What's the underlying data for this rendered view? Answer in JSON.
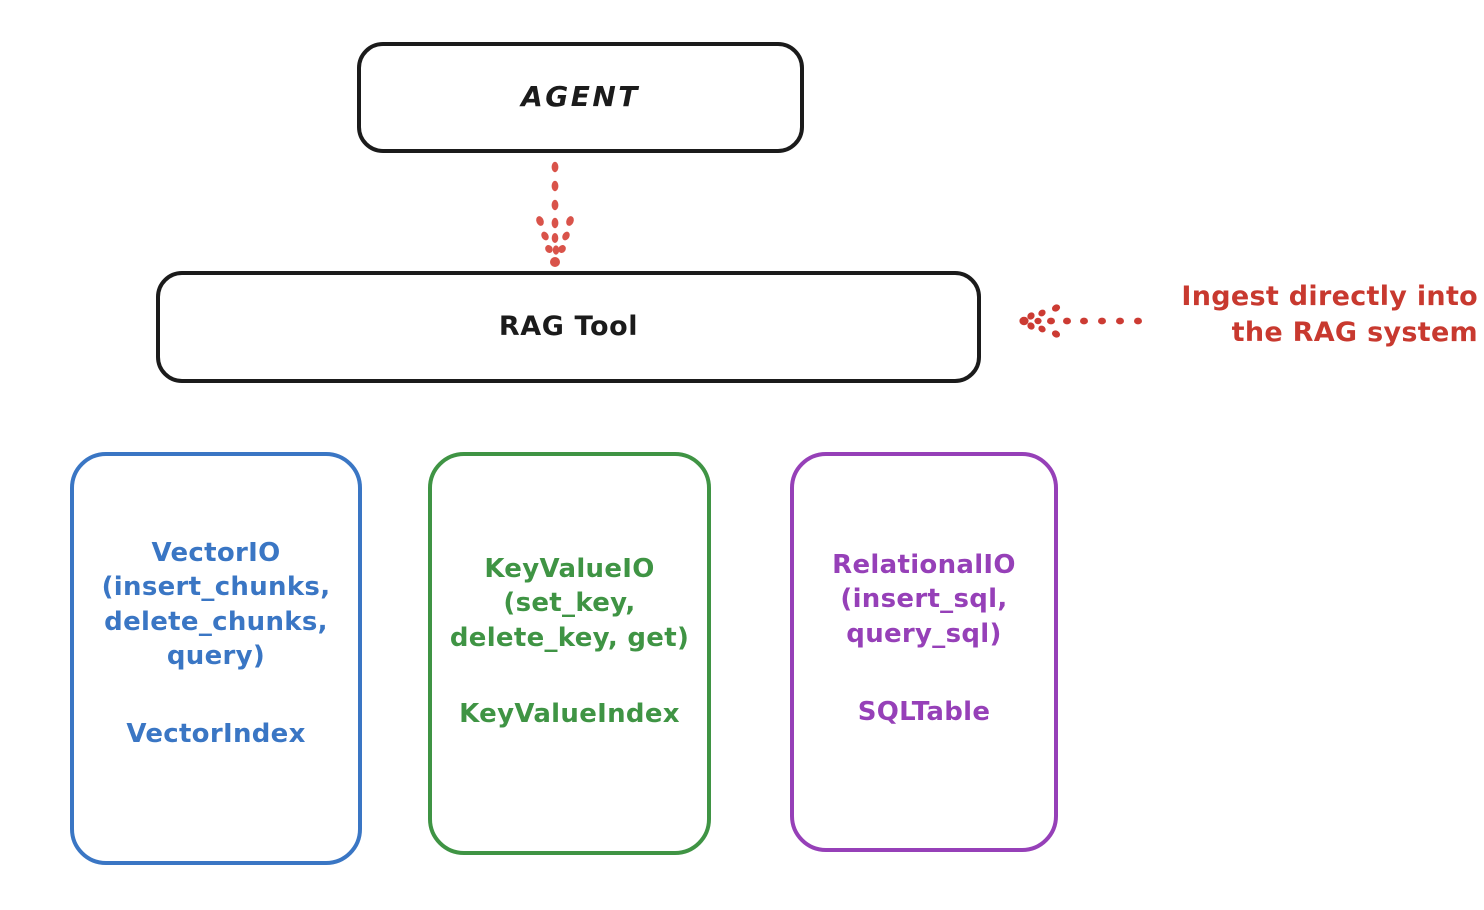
{
  "diagram": {
    "title_node": {
      "label": "AGENT"
    },
    "tool_node": {
      "label": "RAG Tool"
    },
    "providers": [
      {
        "name": "VectorIO",
        "api": "VectorIO\n(insert_chunks,\ndelete_chunks,\nquery)",
        "type": "VectorIndex",
        "color": "#3a76c4"
      },
      {
        "name": "KeyValueIO",
        "api": "KeyValueIO\n(set_key,\ndelete_key, get)",
        "type": "KeyValueIndex",
        "color": "#3f9444"
      },
      {
        "name": "RelationalIO",
        "api": "RelationalIO\n(insert_sql,\nquery_sql)",
        "type": "SQLTable",
        "color": "#9640b8"
      }
    ],
    "annotation": {
      "text": "Ingest directly into\nthe RAG system",
      "color": "#c8392f"
    },
    "connectors": {
      "agent_to_rag": "dotted-down-arrow",
      "ingest_into_rag": "dotted-left-arrow"
    }
  }
}
